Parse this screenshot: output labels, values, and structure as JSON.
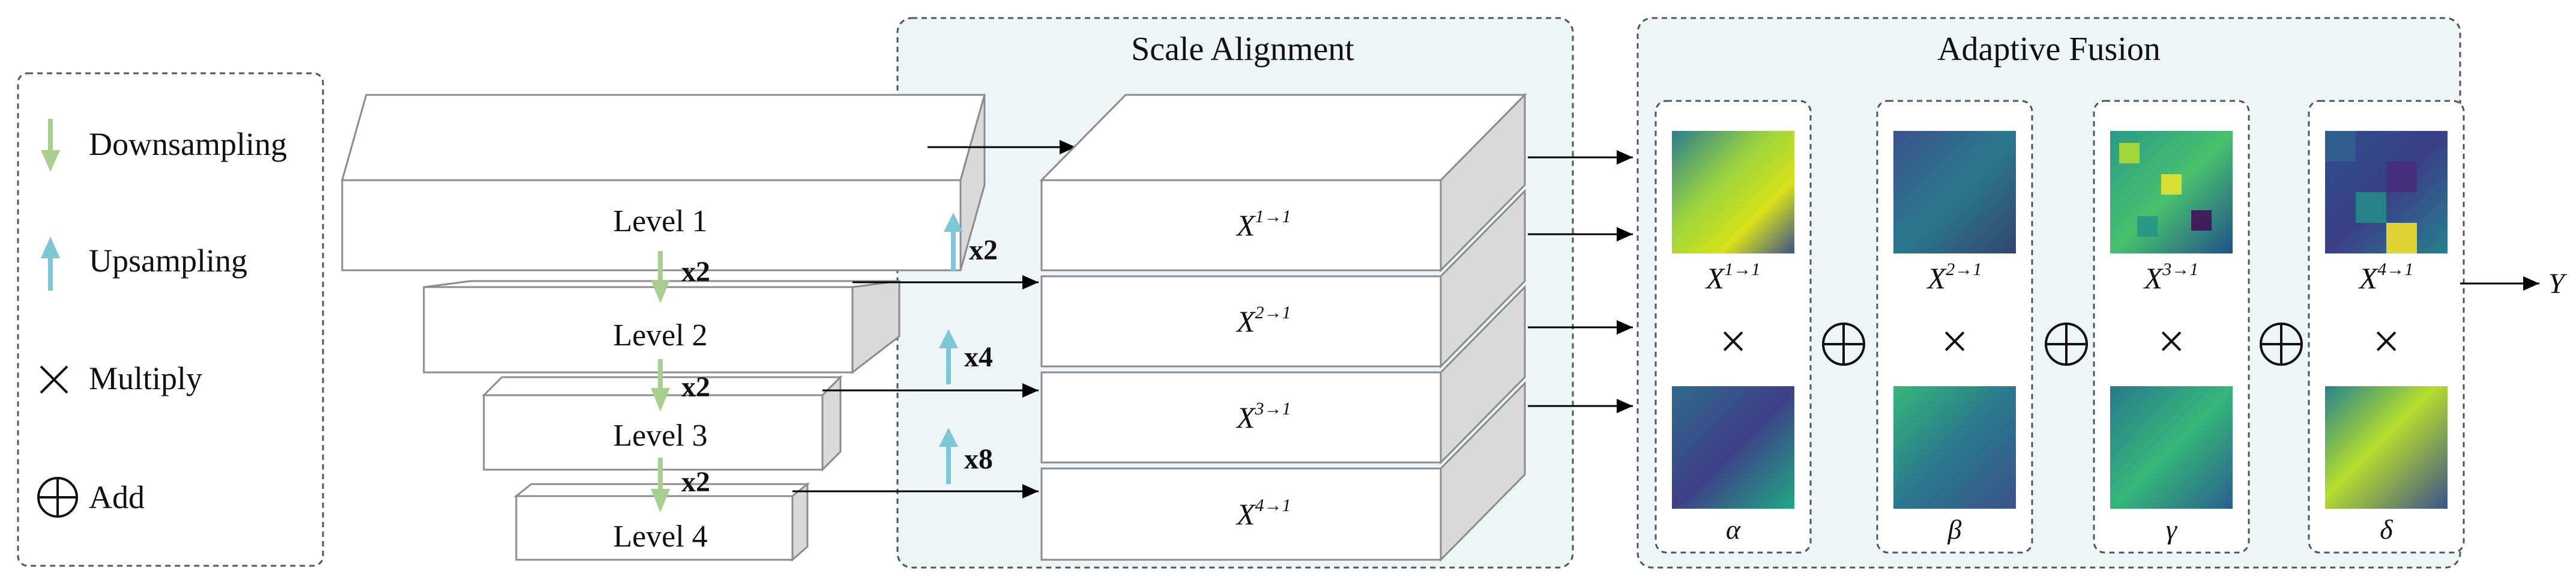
{
  "legend": {
    "items": [
      {
        "icon": "down-arrow-icon",
        "label": "Downsampling"
      },
      {
        "icon": "up-arrow-icon",
        "label": "Upsampling"
      },
      {
        "icon": "multiply-icon",
        "label": "Multiply"
      },
      {
        "icon": "add-icon",
        "label": "Add"
      }
    ]
  },
  "pyramid": {
    "levels": [
      "Level 1",
      "Level 2",
      "Level 3",
      "Level 4"
    ],
    "down_labels": [
      "x2",
      "x2",
      "x2"
    ]
  },
  "scale_alignment": {
    "title": "Scale Alignment",
    "up_labels": [
      "x2",
      "x4",
      "x8"
    ],
    "features": [
      {
        "base": "X",
        "sup": "1→1"
      },
      {
        "base": "X",
        "sup": "2→1"
      },
      {
        "base": "X",
        "sup": "3→1"
      },
      {
        "base": "X",
        "sup": "4→1"
      }
    ]
  },
  "adaptive_fusion": {
    "title": "Adaptive Fusion",
    "groups": [
      {
        "feature": {
          "base": "X",
          "sup": "1→1"
        },
        "weight": "α"
      },
      {
        "feature": {
          "base": "X",
          "sup": "2→1"
        },
        "weight": "β"
      },
      {
        "feature": {
          "base": "X",
          "sup": "3→1"
        },
        "weight": "γ"
      },
      {
        "feature": {
          "base": "X",
          "sup": "4→1"
        },
        "weight": "δ"
      }
    ],
    "multiply_symbol": "×",
    "output": "Y"
  },
  "colors": {
    "down_arrow": "#a9cf8f",
    "up_arrow": "#7cc7d6",
    "panel_fill": "#eef5f6",
    "box_stroke": "#8c8c8c",
    "face_side": "#d9d9d9",
    "face_top": "#ffffff"
  }
}
